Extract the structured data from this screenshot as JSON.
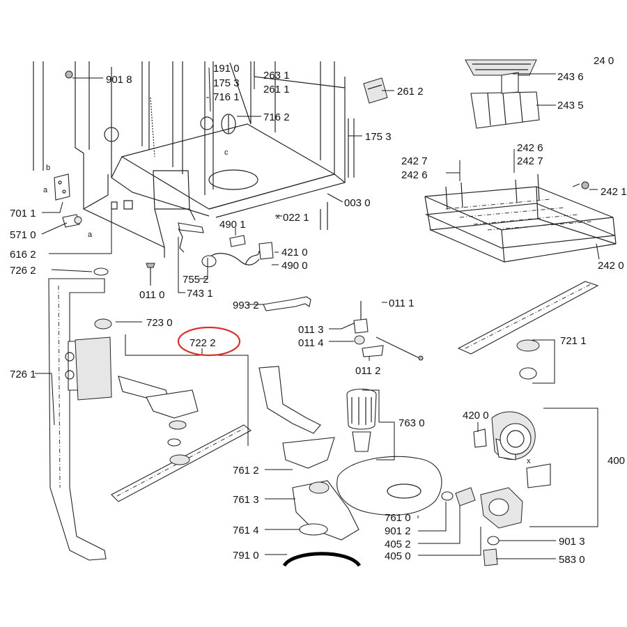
{
  "labels": {
    "l9018": "901 8",
    "l1910": "191 0",
    "l1753a": "175 3",
    "l7161": "716 1",
    "l7162": "716 2",
    "l2631": "263 1",
    "l2611": "261 1",
    "l2612": "261 2",
    "l2436": "243 6",
    "l2435": "243 5",
    "l1753b": "175 3",
    "l2427a": "242 7",
    "l2426a": "242 6",
    "l2426b": "242 6",
    "l2427b": "242 7",
    "l2421": "242 1",
    "l2420": "242 0",
    "l0030": "003 0",
    "l7011": "701 1",
    "l5710": "571 0",
    "l6162": "616 2",
    "l7262": "726 2",
    "l4901": "490 1",
    "l4210": "421 0",
    "l4900": "490 0",
    "l0221": "022 1",
    "l7552": "755 2",
    "l7431": "743 1",
    "l0110": "011 0",
    "l9932": "993 2",
    "l0111": "011 1",
    "l0113": "011 3",
    "l0114": "011 4",
    "l0112": "011 2",
    "l7230": "723 0",
    "l7222": "722 2",
    "l7211": "721 1",
    "l7261": "726 1",
    "l7630": "763 0",
    "l4200": "420 0",
    "l4000": "400",
    "l7612": "761 2",
    "l7613": "761 3",
    "l7614": "761 4",
    "l7910": "791 0",
    "l7610": "761 0",
    "l9012": "901 2",
    "l4052": "405 2",
    "l4050": "405 0",
    "l9013": "901 3",
    "l5830": "583 0",
    "ltop": "24 0"
  },
  "letters": {
    "a1": "a",
    "a2": "a",
    "b": "b",
    "c": "c",
    "x1": "x",
    "x2": "x"
  },
  "highlight": {
    "part": "722 2",
    "color": "#d9302a"
  }
}
